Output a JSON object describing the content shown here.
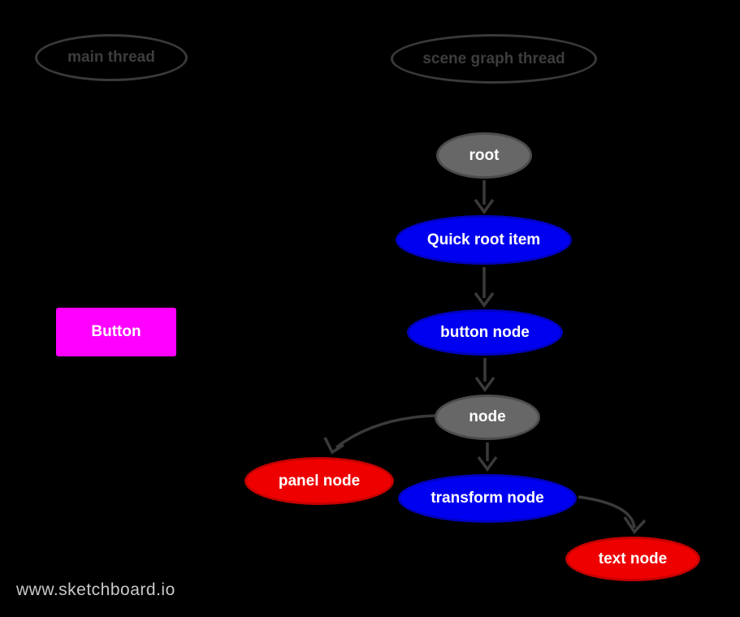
{
  "app": {
    "watermark": "www.sketchboard.io"
  },
  "colors": {
    "background": "#000000",
    "lane_outline": "#3a3a3a",
    "lane_text": "#3d3d3d",
    "edge": "#3a3a3a",
    "node_gray_fill": "#676767",
    "node_gray_border": "#4c4c4c",
    "node_blue_fill": "#0000f0",
    "node_blue_border": "#0000c0",
    "node_red_fill": "#ee0000",
    "node_red_border": "#c40000",
    "button_fill": "#ff00ff",
    "node_text": "#ffffff",
    "watermark_text": "#c9c9c9"
  },
  "diagram": {
    "lanes": [
      {
        "id": "main-thread",
        "label": "main thread"
      },
      {
        "id": "scene-graph-thread",
        "label": "scene graph thread"
      }
    ],
    "main_thread": {
      "button_label": "Button"
    },
    "nodes": [
      {
        "id": "root",
        "label": "root",
        "color": "gray"
      },
      {
        "id": "quick-root-item",
        "label": "Quick root item",
        "color": "blue"
      },
      {
        "id": "button-node",
        "label": "button node",
        "color": "blue"
      },
      {
        "id": "node",
        "label": "node",
        "color": "gray"
      },
      {
        "id": "panel-node",
        "label": "panel node",
        "color": "red"
      },
      {
        "id": "transform-node",
        "label": "transform node",
        "color": "blue"
      },
      {
        "id": "text-node",
        "label": "text node",
        "color": "red"
      }
    ],
    "edges": [
      {
        "from": "root",
        "to": "quick-root-item"
      },
      {
        "from": "quick-root-item",
        "to": "button-node"
      },
      {
        "from": "button-node",
        "to": "node"
      },
      {
        "from": "node",
        "to": "panel-node"
      },
      {
        "from": "node",
        "to": "transform-node"
      },
      {
        "from": "transform-node",
        "to": "text-node"
      }
    ]
  }
}
